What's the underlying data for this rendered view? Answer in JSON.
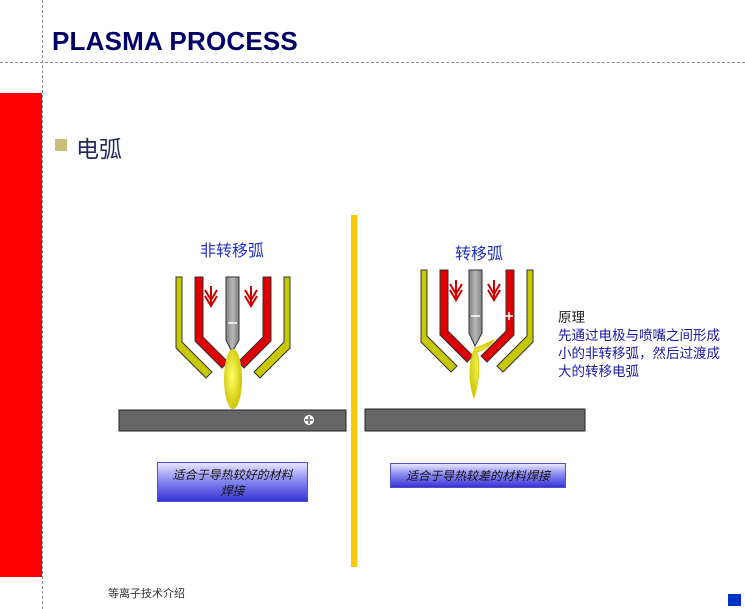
{
  "title": "PLASMA PROCESS",
  "section_heading": "电弧",
  "left_diagram": {
    "caption": "非转移弧",
    "label": [
      "适合于导热较好的材料",
      "焊接"
    ]
  },
  "right_diagram": {
    "caption": "转移弧",
    "label": [
      "适合于导热较差的材料焊接"
    ]
  },
  "principle": {
    "title": "原理",
    "lines": [
      "先通过电极与喷嘴之间形成",
      "小的非转移弧，然后过渡成",
      "大的转移电弧"
    ]
  },
  "footer": "等离子技术介绍",
  "colors": {
    "red_bar": "#ff0000",
    "title": "#000066",
    "divider": "#ffc800",
    "nozzle_red": "#dd0000",
    "shield_yellow": "#c8c800",
    "arc_yellow": "#e8e800",
    "electrode_gray": "#a0a0a0",
    "workpiece": "#666666",
    "accent_blue": "#0033cc"
  }
}
